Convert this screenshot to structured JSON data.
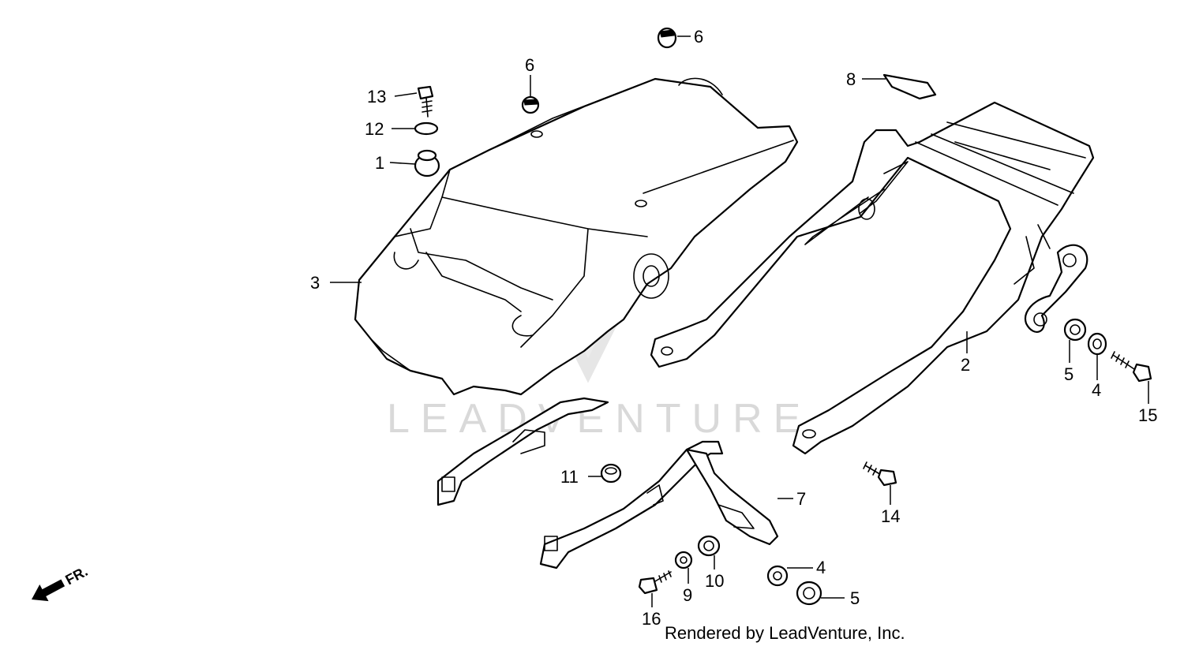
{
  "callouts": {
    "c1": "1",
    "c2": "2",
    "c3": "3",
    "c4a": "4",
    "c4b": "4",
    "c5a": "5",
    "c5b": "5",
    "c6a": "6",
    "c6b": "6",
    "c7": "7",
    "c8": "8",
    "c9": "9",
    "c10": "10",
    "c11": "11",
    "c12": "12",
    "c13": "13",
    "c14": "14",
    "c15": "15",
    "c16": "16"
  },
  "direction_label": "FR.",
  "watermark": "LEADVENTURE",
  "footer": "Rendered by LeadVenture, Inc."
}
